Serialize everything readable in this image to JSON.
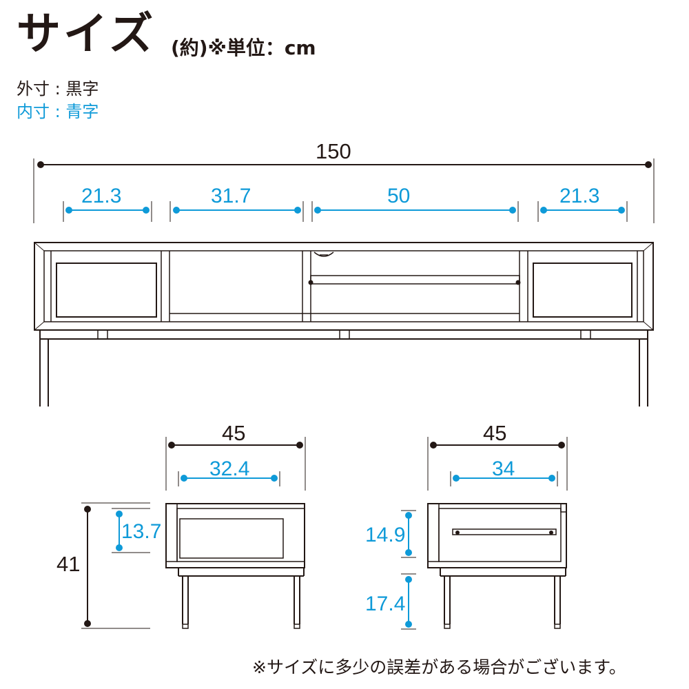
{
  "heading": {
    "title": "サイズ",
    "unit_note": "(約)※単位：cm"
  },
  "legend": {
    "outer": "外寸 : 黒字",
    "inner": "内寸 : 青字"
  },
  "colors": {
    "outer_dimension": "#231815",
    "inner_dimension": "#0e9ad8"
  },
  "front_view": {
    "outer_width": "150",
    "inner_widths": [
      "21.3",
      "31.7",
      "50",
      "21.3"
    ]
  },
  "side_view_left": {
    "outer_depth": "45",
    "inner_depth": "32.4",
    "outer_height": "41",
    "inner_height": "13.7"
  },
  "side_view_right": {
    "outer_depth": "45",
    "inner_depth": "34",
    "inner_height_upper": "14.9",
    "inner_height_lower": "17.4"
  },
  "footnote": "※サイズに多少の誤差がある場合がございます。"
}
